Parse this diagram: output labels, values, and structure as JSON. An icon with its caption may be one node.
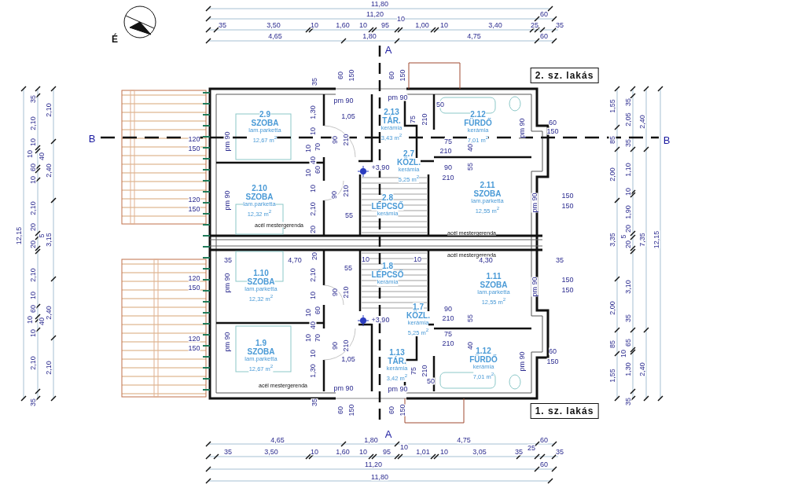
{
  "diagram": {
    "nodes": [
      {
        "text": [
          "2. sz. lakás"
        ]
      },
      {
        "text": [
          "2.9",
          "SZOBA",
          "lam.parketta",
          "12,67 m$^{2}$"
        ]
      },
      {
        "text": [
          "2.13",
          "TÁR.",
          "kerámia",
          "3,43 m$^{2}$"
        ]
      },
      {
        "text": [
          "2.12",
          "FÜRDŐ",
          "kerámia",
          "7,01 m$^{2}$"
        ]
      },
      {
        "text": [
          "2.7",
          "KÖZL.",
          "kerámia",
          "5,25 m$^{2}$"
        ]
      },
      {
        "text": [
          "2.10",
          "SZOBA",
          "lam.parketta",
          "12,32 m$^{2}$"
        ]
      },
      {
        "text": [
          "2.11",
          "SZOBA",
          "lam.parketta",
          "12,55 m$^{2}$"
        ]
      },
      {
        "text": [
          "2.8",
          "LÉPCSŐ",
          "kerámia"
        ]
      },
      {
        "text": [
          "1.8",
          "LÉPCSŐ",
          "kerámia"
        ]
      },
      {
        "text": [
          "1.10",
          "SZOBA",
          "lam.parketta",
          "12,32 m$^{2}$"
        ]
      },
      {
        "text": [
          "1.11",
          "SZOBA",
          "lam.parketta",
          "12,55 m$^{2}$"
        ]
      },
      {
        "text": [
          "1.7",
          "KÖZL.",
          "kerámia",
          "5,25 m$^{2}$"
        ]
      },
      {
        "text": [
          "1.9",
          "SZOBA",
          "lam.parketta",
          "12,67 m$^{2}$"
        ]
      },
      {
        "text": [
          "1.13",
          "TÁR.",
          "kerámia",
          "3,42 m$^{2}$"
        ]
      },
      {
        "text": [
          "1.12",
          "FÜRDŐ",
          "kerámia",
          "7,01 m$^{2}$"
        ]
      },
      {
        "text": [
          "1. sz. lakás"
        ]
      }
    ],
    "labels": [
      "11,80",
      "11,20",
      "60",
      "35",
      "3,50",
      "10",
      "1,60",
      "10",
      "95",
      "10",
      "1,00",
      "10",
      "3,40",
      "25",
      "35",
      "4,65",
      "1,80",
      "4,75",
      "60",
      "É",
      "A",
      "60",
      "150",
      "60",
      "150",
      "B",
      "B",
      "12,15",
      "35",
      "2,10",
      "10",
      "10",
      "40",
      "60",
      "10",
      "2,10",
      "20",
      "5",
      "20",
      "2,10",
      "10",
      "60",
      "10",
      "40",
      "10",
      "2,10",
      "35",
      "2,10",
      "2,40",
      "3,15",
      "2,40",
      "2,10",
      "120",
      "150",
      "120",
      "150",
      "120",
      "150",
      "120",
      "150",
      "1,55",
      "85",
      "2,00",
      "3,35",
      "2,00",
      "85",
      "1,55",
      "35",
      "2,05",
      "35",
      "1,10",
      "10",
      "1,90",
      "20",
      "5",
      "20",
      "3,10",
      "35",
      "65",
      "10",
      "1,30",
      "35",
      "2,40",
      "7,35",
      "2,40",
      "12,15",
      "60",
      "150",
      "150",
      "150",
      "150",
      "150",
      "60",
      "150",
      "35",
      "pm 90",
      "pm 90",
      "1,30",
      "1,05",
      "75",
      "210",
      "50",
      "pm 90",
      "pm 90",
      "10",
      "10",
      "70",
      "40",
      "10",
      "60",
      "10",
      "2,10",
      "20",
      "90",
      "210",
      "75",
      "210",
      "40",
      "+3,90",
      "90",
      "210",
      "55",
      "90",
      "210",
      "pm 90",
      "55",
      "pm 90",
      "acél mestergerenda",
      "acél mestergerenda",
      "20",
      "acél mestergerenda",
      "35",
      "4,70",
      "4,30",
      "35",
      "55",
      "10",
      "10",
      "2,10",
      "pm 90",
      "90",
      "210",
      "pm 90",
      "10",
      "10",
      "60",
      "90",
      "210",
      "55",
      "+3,90",
      "40",
      "10",
      "70",
      "75",
      "210",
      "40",
      "pm 90",
      "90",
      "210",
      "10",
      "1,05",
      "pm 90",
      "1,30",
      "75",
      "210",
      "50",
      "acél mestergerenda",
      "pm 90",
      "pm 90",
      "35",
      "60",
      "150",
      "60",
      "150",
      "A",
      "4,65",
      "1,80",
      "4,75",
      "60",
      "35",
      "3,50",
      "10",
      "1,60",
      "10",
      "95",
      "10",
      "1,01",
      "10",
      "3,05",
      "35",
      "25",
      "35",
      "11,20",
      "60",
      "11,80"
    ]
  }
}
